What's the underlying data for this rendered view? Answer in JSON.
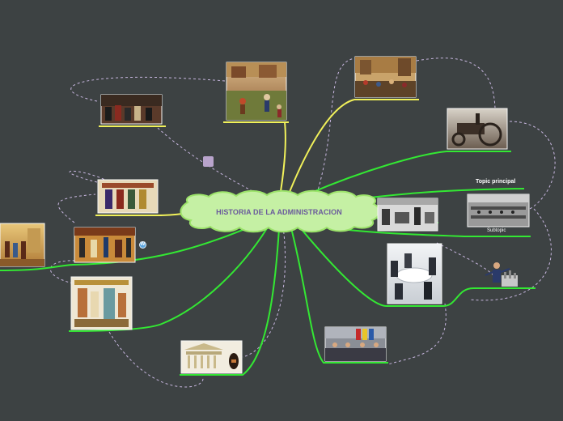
{
  "central_topic": {
    "label": "HISTORIA DE LA ADMINISTRACION",
    "shape": "cloud",
    "fill": "#c5f0a4",
    "border": "#9ce36a"
  },
  "floating_topic": {
    "label": "Topic principal"
  },
  "subtopic": {
    "label": "Subtopic"
  },
  "colors": {
    "background": "#3d4243",
    "yellow_branch": "#f1f15a",
    "green_branch": "#33e833",
    "relation": "#c8b7e0",
    "note": "#b9a4cc"
  },
  "icons": {
    "note": "note-icon",
    "wordpress": "wordpress-icon"
  },
  "images": [
    {
      "name": "renaissance-market-image",
      "subject": "renaissance town market painting"
    },
    {
      "name": "medieval-village-image",
      "subject": "medieval village scene"
    },
    {
      "name": "council-meeting-image",
      "subject": "historical council meeting painting"
    },
    {
      "name": "steam-engine-image",
      "subject": "steam traction engine"
    },
    {
      "name": "byzantine-mural-image",
      "subject": "byzantine mural"
    },
    {
      "name": "factory-workers-image",
      "subject": "factory workers"
    },
    {
      "name": "assembly-line-image",
      "subject": "industrial assembly line"
    },
    {
      "name": "egyptian-workers-image",
      "subject": "egyptian wall painting"
    },
    {
      "name": "egyptian-papyrus-image",
      "subject": "egyptian papyrus"
    },
    {
      "name": "business-meeting-image",
      "subject": "modern business meeting"
    },
    {
      "name": "executive-speaker-image",
      "subject": "executive speaker"
    },
    {
      "name": "egyptian-scribes-image",
      "subject": "egyptian scribes painting"
    },
    {
      "name": "press-conference-image",
      "subject": "press conference"
    },
    {
      "name": "greek-temple-image",
      "subject": "greek temple and amphora"
    }
  ]
}
